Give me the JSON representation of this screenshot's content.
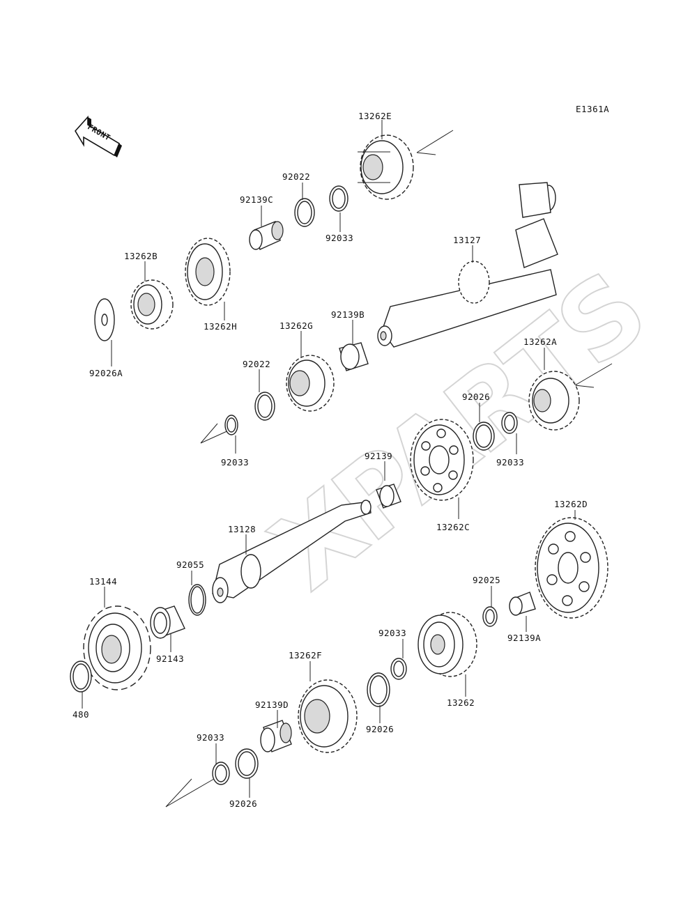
{
  "diagram_code": "E1361A",
  "front_label": "FRONT",
  "watermark": "XPARTS",
  "parts": [
    {
      "id": "p13262E",
      "label": "13262E"
    },
    {
      "id": "p92022a",
      "label": "92022"
    },
    {
      "id": "p92139C",
      "label": "92139C"
    },
    {
      "id": "p92033a",
      "label": "92033"
    },
    {
      "id": "p13127",
      "label": "13127"
    },
    {
      "id": "p13262B",
      "label": "13262B"
    },
    {
      "id": "p13262H",
      "label": "13262H"
    },
    {
      "id": "p92026A",
      "label": "92026A"
    },
    {
      "id": "p13262G",
      "label": "13262G"
    },
    {
      "id": "p92139B",
      "label": "92139B"
    },
    {
      "id": "p92022b",
      "label": "92022"
    },
    {
      "id": "p13262A",
      "label": "13262A"
    },
    {
      "id": "p92026a",
      "label": "92026"
    },
    {
      "id": "p92033b",
      "label": "92033"
    },
    {
      "id": "p92033c",
      "label": "92033"
    },
    {
      "id": "p92139",
      "label": "92139"
    },
    {
      "id": "p13262C",
      "label": "13262C"
    },
    {
      "id": "p13262D",
      "label": "13262D"
    },
    {
      "id": "p13128",
      "label": "13128"
    },
    {
      "id": "p92055",
      "label": "92055"
    },
    {
      "id": "p13144",
      "label": "13144"
    },
    {
      "id": "p92025",
      "label": "92025"
    },
    {
      "id": "p92139A",
      "label": "92139A"
    },
    {
      "id": "p92143",
      "label": "92143"
    },
    {
      "id": "p92033d",
      "label": "92033"
    },
    {
      "id": "p13262F",
      "label": "13262F"
    },
    {
      "id": "p13262",
      "label": "13262"
    },
    {
      "id": "p92026b",
      "label": "92026"
    },
    {
      "id": "p480",
      "label": "480"
    },
    {
      "id": "p92139D",
      "label": "92139D"
    },
    {
      "id": "p92033e",
      "label": "92033"
    },
    {
      "id": "p92026c",
      "label": "92026"
    }
  ]
}
